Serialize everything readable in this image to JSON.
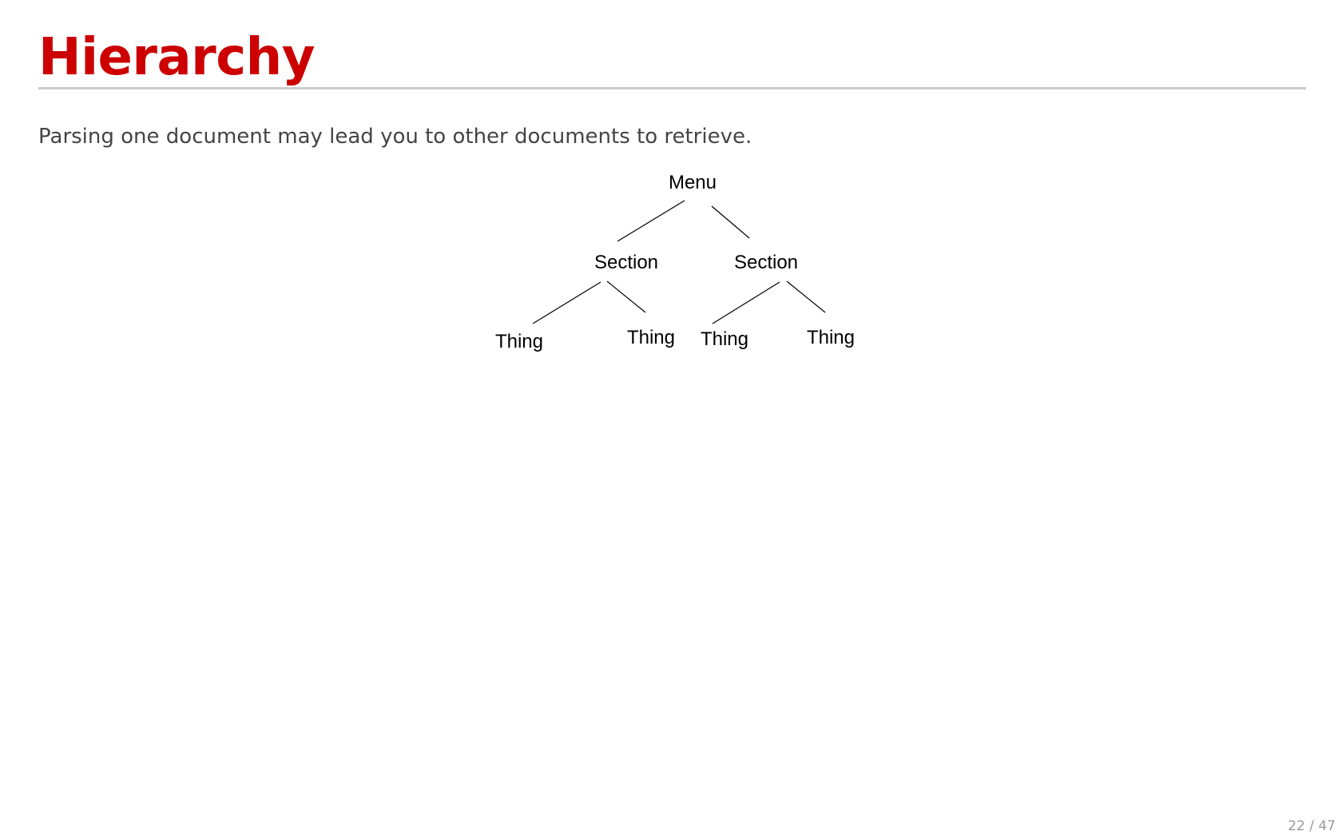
{
  "slide": {
    "title": "Hierarchy",
    "body": "Parsing one document may lead you to other documents to retrieve.",
    "page_number": "22 / 47"
  },
  "tree": {
    "root": "Menu",
    "sections": [
      {
        "label": "Section",
        "children": [
          "Thing",
          "Thing"
        ]
      },
      {
        "label": "Section",
        "children": [
          "Thing",
          "Thing"
        ]
      }
    ]
  },
  "colors": {
    "title": "#cc0000",
    "rule": "#cccccc",
    "body_text": "#444444",
    "page_number": "#999999"
  }
}
